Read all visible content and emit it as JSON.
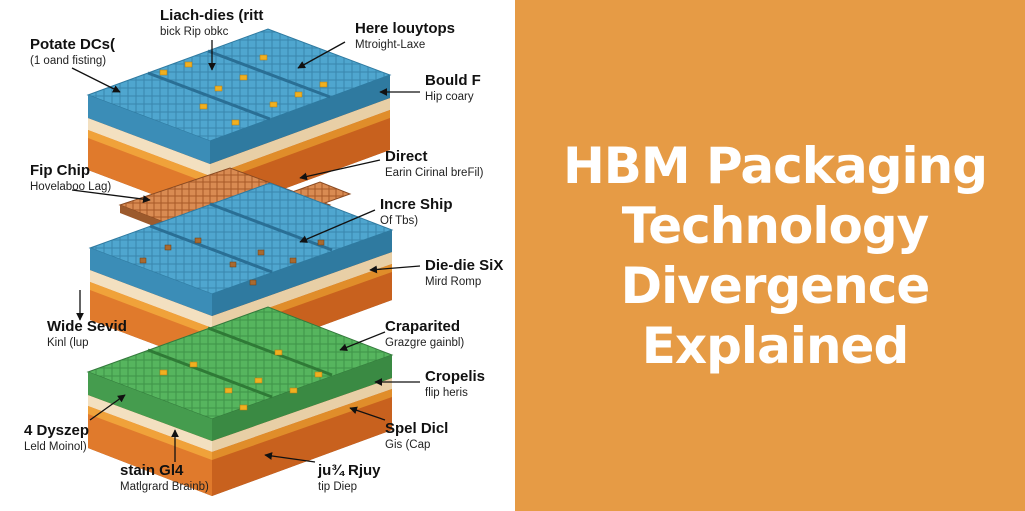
{
  "title_lines": [
    "HBM Packaging",
    "Technology",
    "Divergence",
    "Explained"
  ],
  "colors": {
    "background_right": "#e69b45",
    "title": "#ffffff",
    "blue_die": "#4a9cc4",
    "green_die": "#4fae5a",
    "copper": "#e07a2c",
    "solder_bump": "#f0b020"
  },
  "labels": {
    "l1": {
      "title": "Liach-dies (ritt",
      "sub": "bick Rip obkc"
    },
    "l2": {
      "title": "Here louytops",
      "sub": "Mtroight-Laxe"
    },
    "l3": {
      "title": "Potate DCs(",
      "sub": "(1 oand fisting)"
    },
    "l4": {
      "title": "Bould F",
      "sub": "Hip coary"
    },
    "l5": {
      "title": "Fip Chip",
      "sub": "Hovelaboo Lag)"
    },
    "l6": {
      "title": "Direct",
      "sub": "Earin Cirinal breFil)"
    },
    "l7": {
      "title": "Incre Ship",
      "sub": "Of Tbs)"
    },
    "l8": {
      "title": "Die-die SiX",
      "sub": "Mird Romp"
    },
    "l9": {
      "title": "Wide Sevid",
      "sub": "Kinl (lup"
    },
    "l10": {
      "title": "Craparited",
      "sub": "Grazgre gainbl)"
    },
    "l11": {
      "title": "Cropelis",
      "sub": "flip heris"
    },
    "l12": {
      "title": "Spel Dicl",
      "sub": "Gis (Cap"
    },
    "l13": {
      "title": "4 Dyszep",
      "sub": "Leld Moinol)"
    },
    "l14": {
      "title": "stain Gl4",
      "sub": "Matlgrard Brainb)"
    },
    "l15": {
      "title": "ju¾ Rjuy",
      "sub": "tip Diep"
    }
  }
}
